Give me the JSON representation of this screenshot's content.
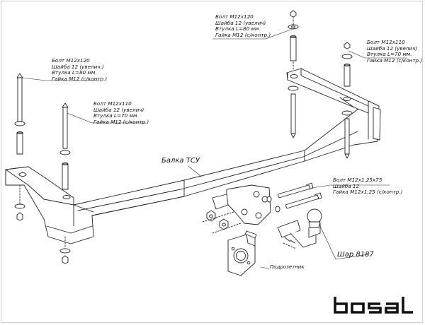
{
  "callouts": {
    "top_center": [
      "Болт М12х120",
      "Шайба 12 (увелич)",
      "Втулка L=80 мм.",
      "Гайка М12 (с/контр.)"
    ],
    "top_right": [
      "Болт М12х110",
      "Шайба 12 (увелич)",
      "Втулка L=70 мм.",
      "Гайка М12 (с/контр.)"
    ],
    "left": [
      "Болт М12х120",
      "Шайба 12 (увелич.)",
      "Втулка L=80 мм.",
      "Гайка М12 (с/контр.)"
    ],
    "left_inner": [
      "Болт М12х110",
      "Шайба 12 (увелич)",
      "Втулка L=70 мм.",
      "Гайка М12 (с/контр.)"
    ],
    "ball_mount": [
      "Болт М12х1,25х75",
      "Шайба 12",
      "Гайка М12х1,25 (с/контр.)"
    ]
  },
  "parts": {
    "beam": "Балка ТСУ",
    "ball": "Шар 8187",
    "socket_bracket": "Подрозетник"
  },
  "brand": "bosal",
  "colors": {
    "line": "#222222",
    "background": "#ffffff",
    "logo": "#111111"
  }
}
